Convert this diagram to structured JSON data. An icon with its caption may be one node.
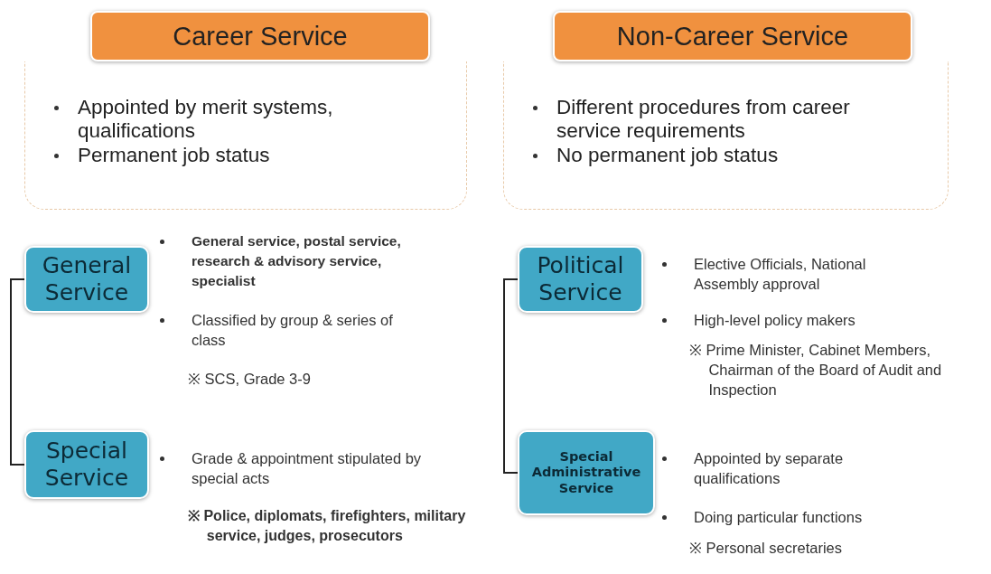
{
  "diagram": {
    "nodes": [
      {
        "text": [
          "Career Service"
        ]
      },
      {
        "text": [
          "Appointed by merit systems, qualifications",
          "Permanent job status"
        ]
      },
      {
        "text": [
          "Non-Career Service"
        ]
      },
      {
        "text": [
          "Different procedures from career service requirements",
          "No permanent job status"
        ]
      },
      {
        "text": [
          "General Service"
        ],
        "beside": [
          "General service, postal service, research & advisory service, specialist",
          "Classified by group & series of class",
          "※ SCS, Grade 3-9"
        ]
      },
      {
        "text": [
          "Special Service"
        ],
        "beside": [
          "Grade & appointment stipulated by special acts",
          "※ Police, diplomats, firefighters, military service, judges, prosecutors"
        ]
      },
      {
        "text": [
          "Political Service"
        ],
        "beside": [
          "Elective Officials, National Assembly approval",
          "High-level policy makers",
          "※ Prime Minister, Cabinet Members, Chairman of the Board of Audit and Inspection"
        ]
      },
      {
        "text": [
          "Special Administrative Service"
        ],
        "beside": [
          "Appointed by separate qualifications",
          "Doing particular functions",
          "※ Personal secretaries"
        ]
      }
    ],
    "edges": [
      {
        "from": 4,
        "to": 5,
        "arrow": "none"
      },
      {
        "from": 6,
        "to": 7,
        "arrow": "none"
      }
    ]
  }
}
